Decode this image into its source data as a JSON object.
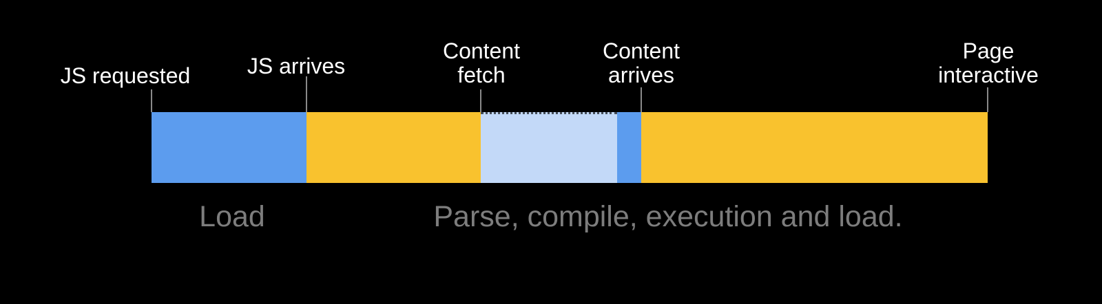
{
  "colors": {
    "background": "#000000",
    "label_text": "#FFFFFF",
    "caption_text": "#7D7D7D",
    "tick_line": "#8A8A8A",
    "segment_blue": "#5C9CEE",
    "segment_yellow": "#F9C22E",
    "segment_light_blue": "#C3D9F8"
  },
  "timeline": {
    "markers": [
      {
        "lines": [
          "JS requested"
        ]
      },
      {
        "lines": [
          "JS arrives"
        ]
      },
      {
        "lines": [
          "Content",
          "fetch"
        ]
      },
      {
        "lines": [
          "Content",
          "arrives"
        ]
      },
      {
        "lines": [
          "Page",
          "interactive"
        ]
      }
    ],
    "segments": [
      {
        "name": "js-request-to-arrival",
        "color": "#5C9CEE"
      },
      {
        "name": "after-js-arrives",
        "color": "#F9C22E"
      },
      {
        "name": "content-fetch",
        "color": "#C3D9F8"
      },
      {
        "name": "content-arrival",
        "color": "#5C9CEE"
      },
      {
        "name": "parse-to-interactive",
        "color": "#F9C22E"
      }
    ]
  },
  "captions": {
    "load": "Load",
    "parse": "Parse, compile, execution and load."
  }
}
